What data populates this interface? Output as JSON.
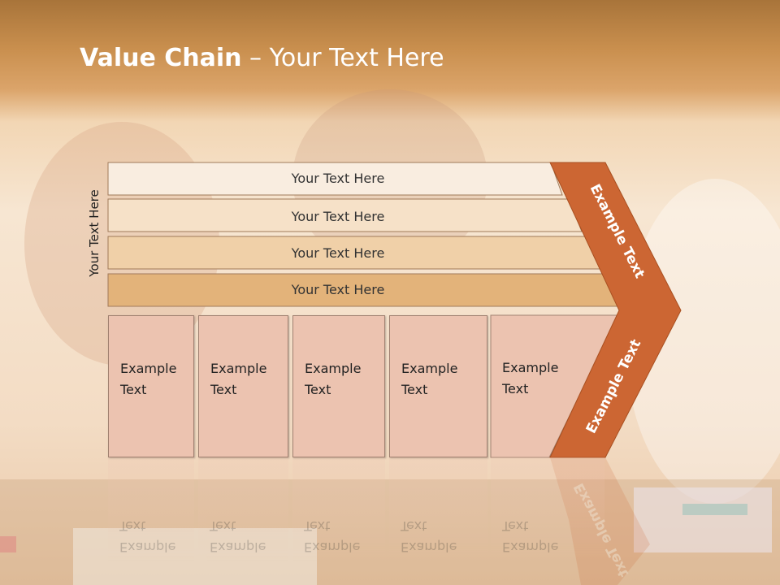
{
  "slide": {
    "title_bold": "Value Chain",
    "title_rest": " – Your Text Here",
    "side_label": "Your Text Here"
  },
  "bands": [
    {
      "label": "Your Text Here",
      "color": "#f9ede0"
    },
    {
      "label": "Your Text Here",
      "color": "#f6e1c8"
    },
    {
      "label": "Your Text Here",
      "color": "#f0d0a8"
    },
    {
      "label": "Your Text Here",
      "color": "#e3b37a"
    }
  ],
  "boxes": [
    {
      "label": "Example\nText"
    },
    {
      "label": "Example\nText"
    },
    {
      "label": "Example\nText"
    },
    {
      "label": "Example\nText"
    },
    {
      "label": "Example\nText"
    }
  ],
  "arrow": {
    "upper_label": "Example Text",
    "lower_label": "Example Text",
    "color": "#cc6633"
  },
  "colors": {
    "box_fill": "#ecc3b0",
    "band_border": "#a07a5a"
  }
}
